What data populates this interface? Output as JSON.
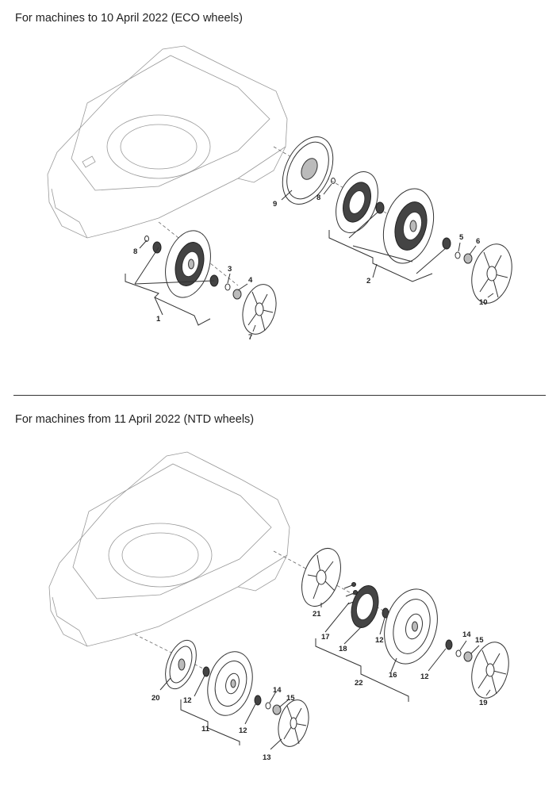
{
  "sections": [
    {
      "heading": "For machines to 10 April 2022 (ECO wheels)",
      "callouts": [
        "1",
        "2",
        "3",
        "4",
        "5",
        "6",
        "7",
        "8",
        "8",
        "9",
        "10"
      ]
    },
    {
      "heading": "For machines from 11 April 2022 (NTD wheels)",
      "callouts": [
        "11",
        "12",
        "12",
        "12",
        "12",
        "13",
        "14",
        "14",
        "15",
        "15",
        "16",
        "17",
        "18",
        "19",
        "20",
        "21",
        "22"
      ]
    }
  ]
}
